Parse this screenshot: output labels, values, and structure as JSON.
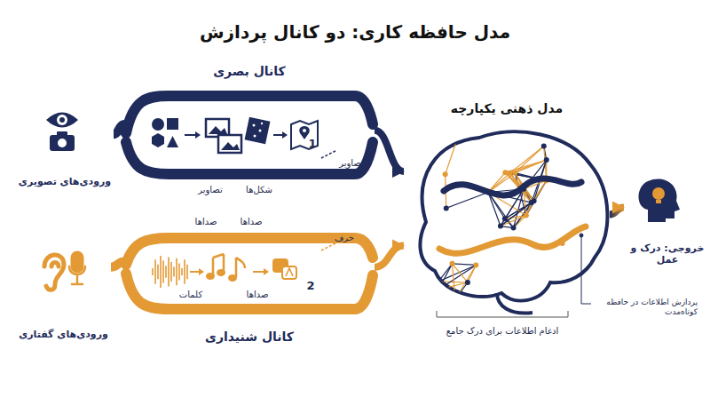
{
  "diagram": {
    "title": "مدل حافظه کاری: دو کانال پردازش",
    "nodes": [
      {
        "text": [
          "ورودی‌های تصویری"
        ]
      },
      {
        "text": [
          "کانال بصری"
        ]
      },
      {
        "text": [
          "ورودی‌های گفتاری"
        ]
      },
      {
        "text": [
          "کانال شنیداری"
        ]
      },
      {
        "text": [
          "مدل ذهنی یکپارچه"
        ]
      },
      {
        "text": [
          "خروجی: درک و عمل"
        ]
      }
    ],
    "edges": [
      {
        "from": 0,
        "to": 1,
        "arrow": "none"
      },
      {
        "from": 1,
        "to": 4,
        "arrow": "to"
      },
      {
        "from": 2,
        "to": 3,
        "arrow": "none"
      },
      {
        "from": 3,
        "to": 4,
        "arrow": "to"
      },
      {
        "from": 4,
        "to": 5,
        "arrow": "to"
      }
    ],
    "labels": [
      "تصاویر",
      "شکل‌ها",
      "1",
      "تصاویر",
      "صداها",
      "صداها",
      "خرف",
      "2",
      "کلمات",
      "صداها",
      "ادغام اطلاعات برای درک جامع",
      "پردازش اطلاعات در حافظه کوتاه‌مدت"
    ]
  }
}
